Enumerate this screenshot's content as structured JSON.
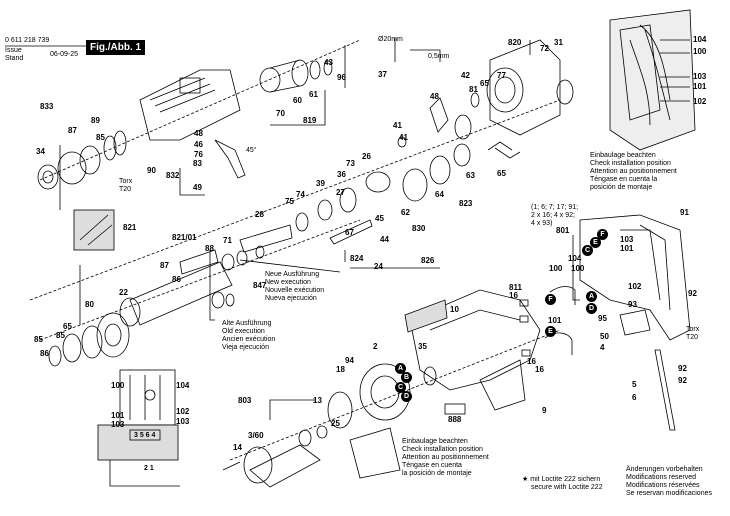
{
  "header": {
    "doc_number": "0 611 218 739",
    "issue_label": "Issue",
    "stand_label": "Stand",
    "date": "06-09-25",
    "figure_label": "Fig./Abb. 1"
  },
  "dimensions": {
    "diameter": "Ø20mm",
    "thickness": "0,5mm"
  },
  "angle_label": "45°",
  "notes": {
    "installation": [
      "Einbaulage beachten",
      "Check installation position",
      "Attention au positionnement",
      "Téngase en cuenta",
      "la posición de montaje"
    ],
    "installation_top": [
      "Einbaulage beachten",
      "Check installation position",
      "Attention au positionnement",
      "Téngase en cuenta la",
      "posición de montaje"
    ],
    "new_execution": [
      "Neue Ausführung",
      "New execution",
      "Nouvelle exécution",
      "Nueva ejecución"
    ],
    "old_execution": [
      "Alte Ausführung",
      "Old execution",
      "Ancien exécution",
      "Vieja ejecución"
    ],
    "loctite": [
      "mit Loctite 222 sichern",
      "secure with Loctite 222"
    ],
    "modifications": [
      "Änderungen vorbehalten",
      "Modifications reserved",
      "Modifications réservées",
      "Se reservan modificaciones"
    ],
    "torx_label": "Torx",
    "torx_size": "T20",
    "switch_list": [
      "(1; 6; 7; 17; 91;",
      "2 x 16; 4 x 92;",
      "4 x 93)"
    ]
  },
  "bubbles": [
    "A",
    "B",
    "C",
    "D",
    "E",
    "F"
  ],
  "part_numbers": {
    "p0611": "833",
    "p087": "87",
    "p089": "89",
    "p085": "85",
    "p034": "34",
    "p090": "90",
    "p048": "48",
    "p049": "49",
    "p083": "83",
    "p832": "832",
    "p046": "46",
    "p076": "76",
    "p060": "60",
    "p061": "61",
    "p043": "43",
    "p096": "96",
    "p070": "70",
    "p819": "819",
    "p037": "37",
    "p820": "820",
    "p072": "72",
    "p031": "31",
    "p042": "42",
    "p081": "81",
    "p065": "65",
    "p077": "77",
    "p104a": "104",
    "p100a": "100",
    "p103a": "103",
    "p101a": "101",
    "p102a": "102",
    "p041": "41",
    "p026": "26",
    "p073": "73",
    "p036": "36",
    "p039": "39",
    "p027": "27",
    "p064": "64",
    "p063": "63",
    "p065b": "65",
    "p028": "28",
    "p075": "75",
    "p074": "74",
    "p062": "62",
    "p045": "45",
    "p067": "67",
    "p044": "44",
    "p830": "830",
    "p823": "823",
    "p824": "824",
    "p024": "24",
    "p826": "826",
    "p821": "821",
    "p821_01": "821/01",
    "p088": "88",
    "p071": "71",
    "p022": "22",
    "p080": "80",
    "p065c": "65",
    "p085b": "85",
    "p086": "86",
    "p847": "847",
    "p091": "91",
    "p801": "801",
    "p103b": "103",
    "p101b": "101",
    "p104b": "104",
    "p100b": "100",
    "p811": "811",
    "p016a": "16",
    "p092": "92",
    "p102b": "102",
    "p093": "93",
    "p050": "50",
    "p004": "4",
    "p101c": "101",
    "p016b": "16",
    "p005": "5",
    "p006": "6",
    "p092b": "92",
    "p095": "95",
    "p010": "10",
    "p002": "2",
    "p035": "35",
    "p018": "18",
    "p094": "94",
    "p888": "888",
    "p009": "9",
    "p803": "803",
    "p013": "13",
    "p360": "3/60",
    "p014": "14",
    "p025": "25",
    "p100c": "100",
    "p104c": "104",
    "p101d": "101",
    "p102c": "102",
    "p103c": "103",
    "p3564": "3 5 6 4",
    "p2_1": "2 1"
  }
}
